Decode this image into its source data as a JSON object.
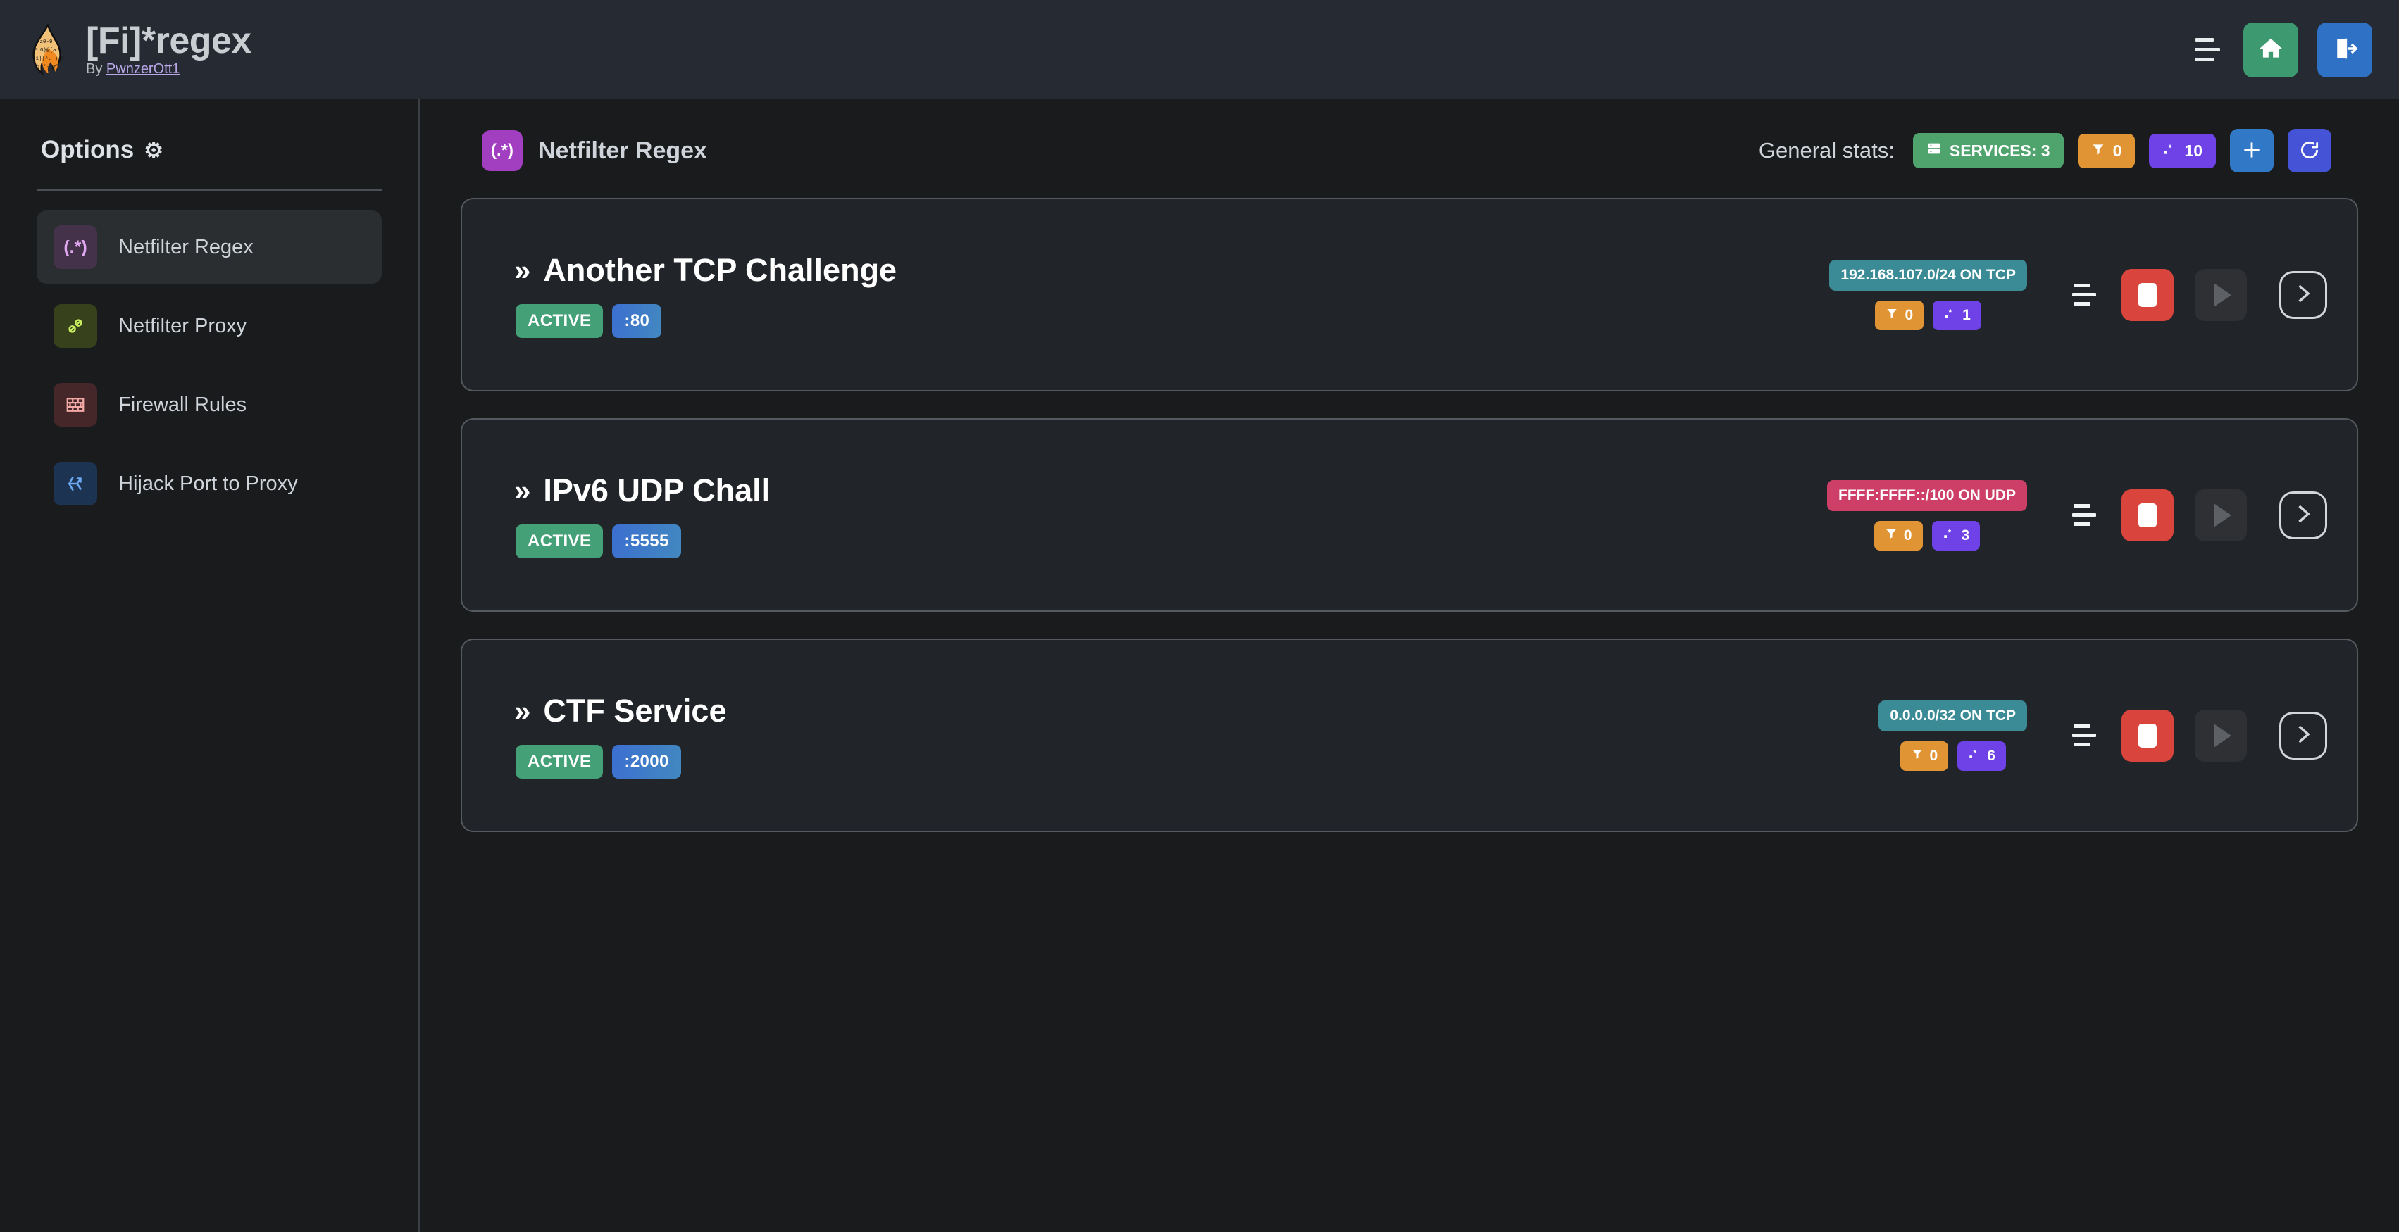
{
  "header": {
    "logo_icon": "flame-regex-logo",
    "title": "[Fi]*regex",
    "by_prefix": "By ",
    "author": "PwnzerOtt1",
    "menu_icon": "hamburger-menu-icon",
    "home_icon": "home-icon",
    "logout_icon": "logout-icon"
  },
  "sidebar": {
    "heading": "Options",
    "heading_icon": "gear-icon",
    "items": [
      {
        "label": "Netfilter Regex",
        "icon": "regex-icon",
        "active": true
      },
      {
        "label": "Netfilter Proxy",
        "icon": "plug-icon",
        "active": false
      },
      {
        "label": "Firewall Rules",
        "icon": "brick-wall-icon",
        "active": false
      },
      {
        "label": "Hijack Port to Proxy",
        "icon": "branch-arrow-icon",
        "active": false
      }
    ]
  },
  "main": {
    "section_icon": "regex-icon",
    "section_title": "Netfilter Regex",
    "stats_label": "General stats:",
    "stats": {
      "services_icon": "server-icon",
      "services_label": "SERVICES: 3",
      "filter_icon": "funnel-icon",
      "filter_count": "0",
      "regex_icon": "regex-dot-star-icon",
      "regex_count": "10"
    },
    "add_button_icon": "plus-icon",
    "refresh_button_icon": "refresh-icon"
  },
  "services": [
    {
      "chevron": "»",
      "name": "Another TCP Challenge",
      "status": "ACTIVE",
      "port": ":80",
      "network": "192.168.107.0/24 ON TCP",
      "proto": "tcp",
      "filter_count": "0",
      "regex_count": "1",
      "drag_icon": "drag-handle-icon",
      "stop_icon": "stop-icon",
      "play_icon": "play-icon",
      "detail_icon": "chevron-right-icon"
    },
    {
      "chevron": "»",
      "name": "IPv6 UDP Chall",
      "status": "ACTIVE",
      "port": ":5555",
      "network": "FFFF:FFFF::/100 ON UDP",
      "proto": "udp",
      "filter_count": "0",
      "regex_count": "3",
      "drag_icon": "drag-handle-icon",
      "stop_icon": "stop-icon",
      "play_icon": "play-icon",
      "detail_icon": "chevron-right-icon"
    },
    {
      "chevron": "»",
      "name": "CTF Service",
      "status": "ACTIVE",
      "port": ":2000",
      "network": "0.0.0.0/32 ON TCP",
      "proto": "tcp",
      "filter_count": "0",
      "regex_count": "6",
      "drag_icon": "drag-handle-icon",
      "stop_icon": "stop-icon",
      "play_icon": "play-icon",
      "detail_icon": "chevron-right-icon"
    }
  ],
  "colors": {
    "header_bg": "#262b33",
    "page_bg": "#191b1d",
    "card_bg": "#212529",
    "accent_purple": "#a23fc0",
    "active_green": "#44a077",
    "port_blue": "#3c6fd0",
    "stop_red": "#d9443c",
    "net_tcp": "#3a8b95",
    "net_udp": "#cd3f67",
    "filter_orange": "#e09434",
    "regex_purple": "#6f42e8"
  }
}
